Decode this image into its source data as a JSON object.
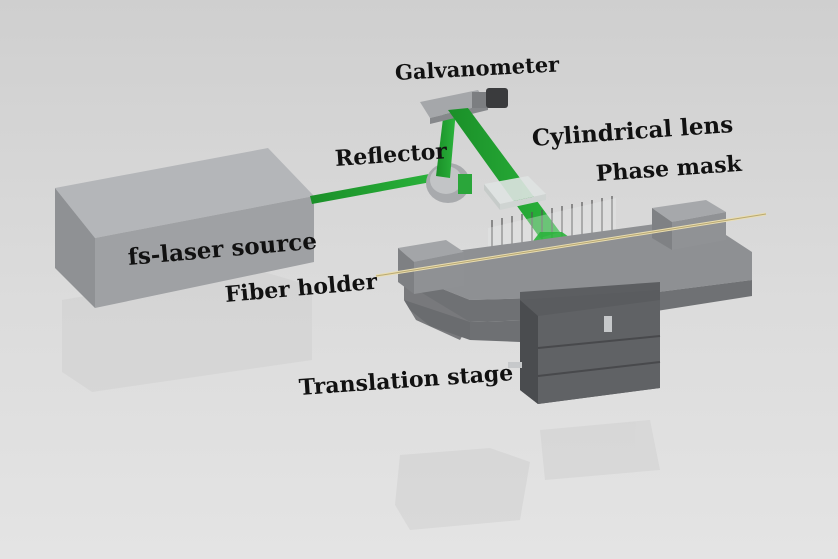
{
  "colors": {
    "background": "#d8d8d8",
    "beam": "#1f9a2e",
    "housing": "#8d8f92",
    "metal": "#9a9c9f"
  },
  "labels": {
    "galvanometer": "Galvanometer",
    "cylindrical_lens": "Cylindrical lens",
    "reflector": "Reflector",
    "phase_mask": "Phase mask",
    "laser_source": "fs-laser source",
    "fiber_holder": "Fiber holder",
    "translation_stage": "Translation stage"
  }
}
